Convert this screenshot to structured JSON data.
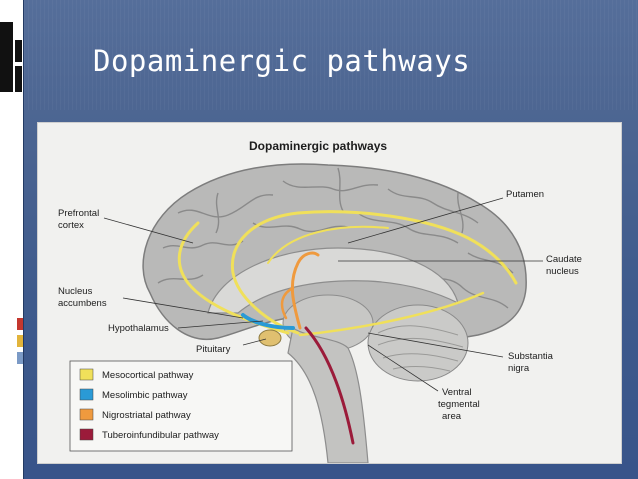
{
  "slide": {
    "title": "Dopaminergic pathways"
  },
  "figure": {
    "title": "Dopaminergic pathways",
    "labels": {
      "prefrontal_1": "Prefrontal",
      "prefrontal_2": "cortex",
      "putamen": "Putamen",
      "caudate_1": "Caudate",
      "caudate_2": "nucleus",
      "nucleus_1": "Nucleus",
      "nucleus_2": "accumbens",
      "hypothalamus": "Hypothalamus",
      "pituitary": "Pituitary",
      "substantia_1": "Substantia",
      "substantia_2": "nigra",
      "vta_1": "Ventral",
      "vta_2": "tegmental",
      "vta_3": "area"
    },
    "legend": [
      {
        "label": "Mesocortical pathway",
        "color": "#f0e05a"
      },
      {
        "label": "Mesolimbic pathway",
        "color": "#2a9ad6"
      },
      {
        "label": "Nigrostriatal pathway",
        "color": "#ef9a3e"
      },
      {
        "label": "Tuberoinfundibular pathway",
        "color": "#9b1b3a"
      }
    ]
  },
  "colors": {
    "slide_bg": "#44608f",
    "accent_red": "#c4372e",
    "accent_gold": "#e2b43b",
    "accent_blue": "#7b9ac6"
  }
}
